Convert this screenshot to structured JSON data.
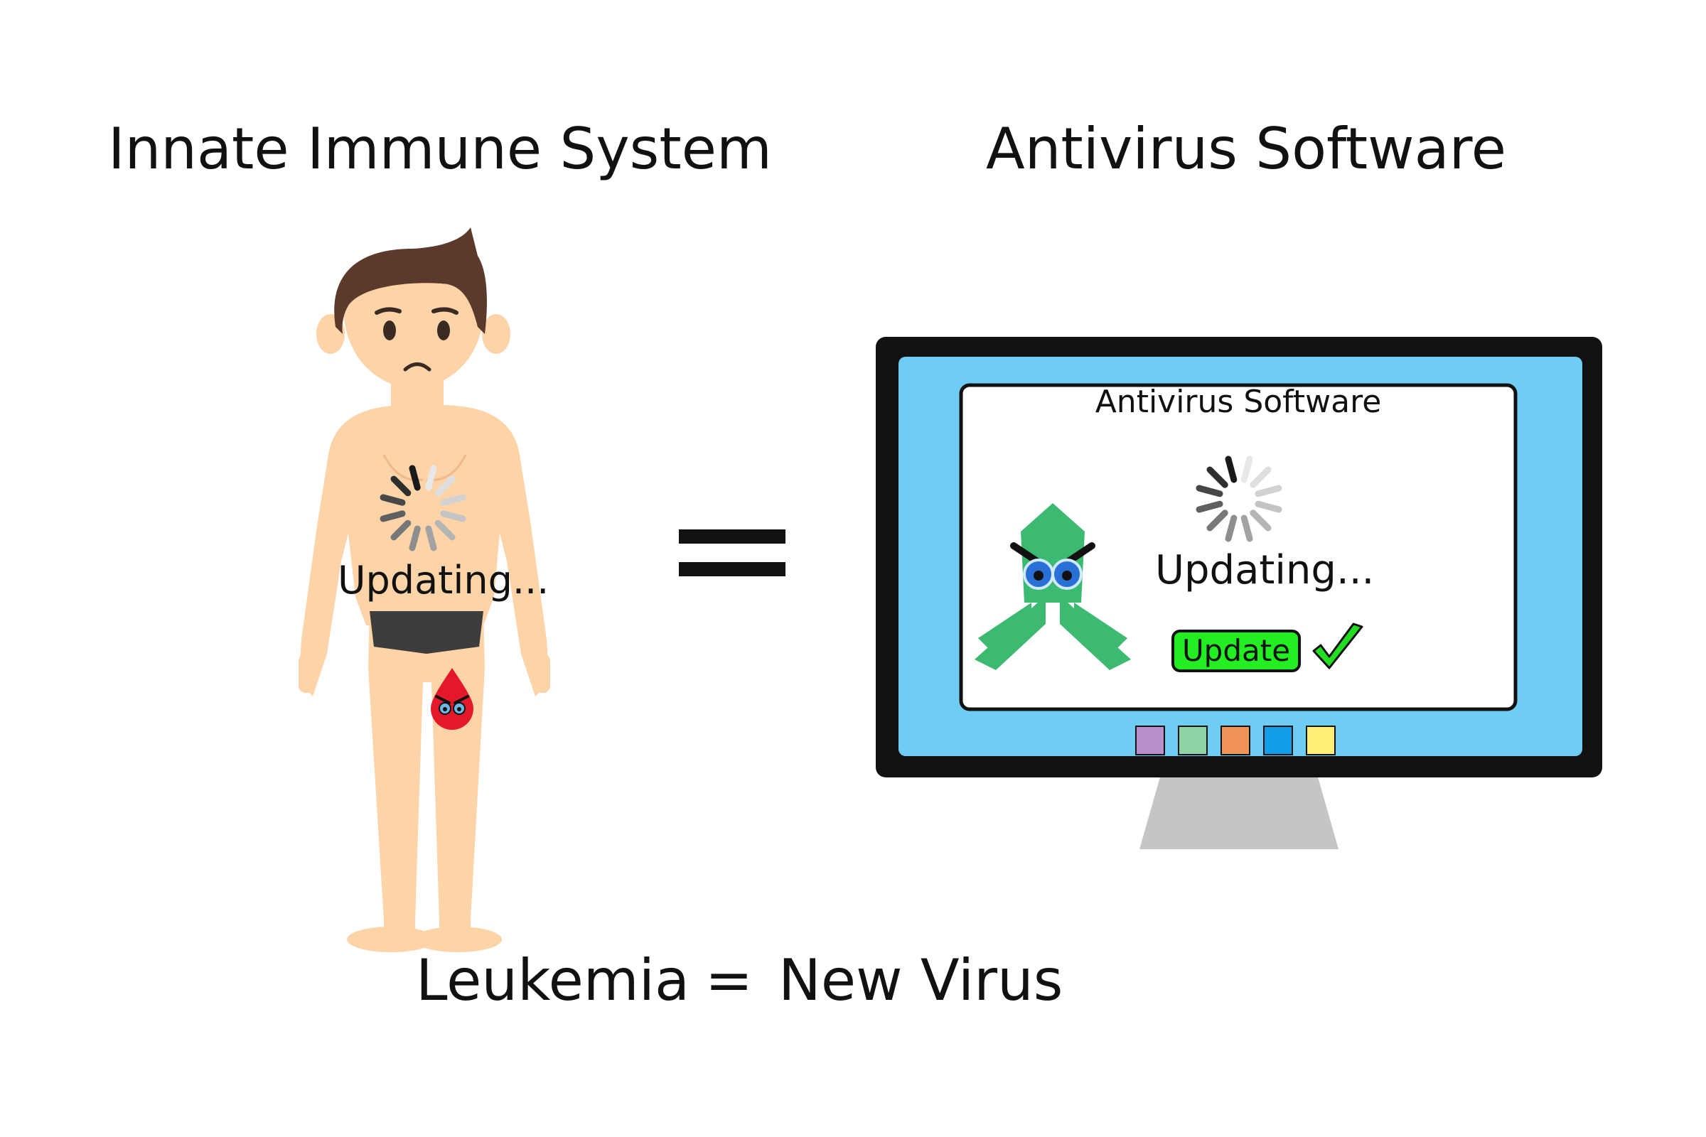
{
  "headings": {
    "left": "Innate Immune System",
    "right": "Antivirus Software"
  },
  "body_status": "Updating...",
  "screen": {
    "window_title": "Antivirus Software",
    "status": "Updating...",
    "update_button": "Update"
  },
  "caption": {
    "left": "Leukemia",
    "equals": "=",
    "right": "New Virus"
  },
  "taskbar_colors": [
    "#b98fcc",
    "#8fd4a4",
    "#f0945a",
    "#129ee6",
    "#fff078"
  ],
  "colors": {
    "skin": "#fdd3a8",
    "hair": "#5b3a2c",
    "screen_bg": "#6fcdf3",
    "bezel": "#111111",
    "virus_green": "#3dba72",
    "update_button": "#22ee22",
    "checkmark": "#22dd22",
    "leukemia_drop": "#e3182a"
  },
  "icons": [
    "loading-spinner-icon",
    "virus-monster-icon",
    "checkmark-icon",
    "leukemia-drop-icon",
    "equals-icon"
  ]
}
